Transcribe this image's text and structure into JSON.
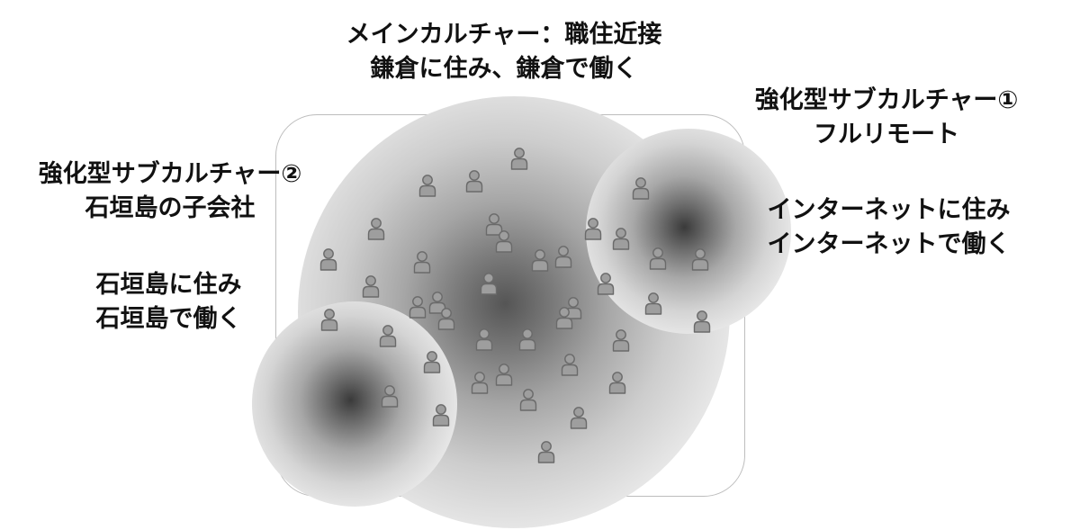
{
  "labels": {
    "main_title_line1": "メインカルチャー：職住近接",
    "main_title_line2": "鎌倉に住み、鎌倉で働く",
    "sub1_title_line1": "強化型サブカルチャー①",
    "sub1_title_line2": "フルリモート",
    "sub1_desc_line1": "インターネットに住み",
    "sub1_desc_line2": "インターネットで働く",
    "sub2_title_line1": "強化型サブカルチャー②",
    "sub2_title_line2": "石垣島の子会社",
    "sub2_desc_line1": "石垣島に住み",
    "sub2_desc_line2": "石垣島で働く"
  },
  "icon": "person-icon",
  "colors": {
    "person_fill": "#9e9e9e",
    "person_stroke": "#6a6a6a",
    "frame_border": "#bdbdbd",
    "text": "#111111"
  }
}
